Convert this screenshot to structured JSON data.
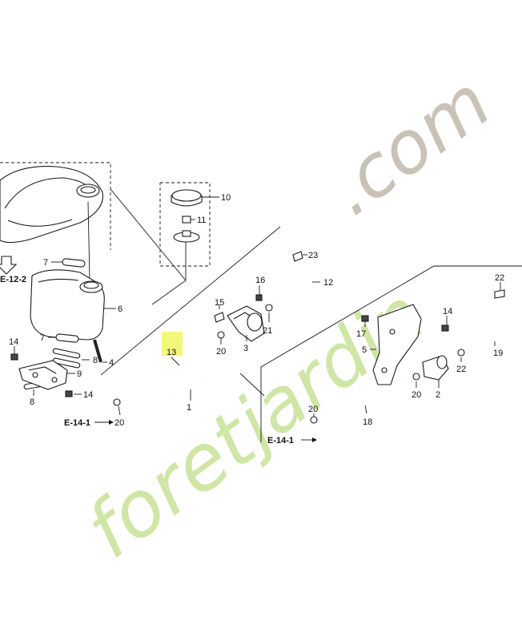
{
  "watermark": {
    "prefix": "foret",
    "brand": "jardin",
    "suffix": ".com",
    "color_green": "#cfe6a6",
    "color_orange": "#f6c27a",
    "color_grey": "#c9c2b6"
  },
  "highlight_color": "#f3f77a",
  "references": {
    "ref_left": "E-12-2",
    "ref_bottom_left": "E-14-1",
    "ref_bottom_right": "E-14-1"
  },
  "callouts": {
    "c1": "1",
    "c2": "2",
    "c3": "3",
    "c4": "4",
    "c5": "5",
    "c6": "6",
    "c7a": "7",
    "c7b": "7",
    "c8a": "8",
    "c8b": "8",
    "c9": "9",
    "c10": "10",
    "c11": "11",
    "c12": "12",
    "c13": "13",
    "c14a": "14",
    "c14b": "14",
    "c14c": "14",
    "c15": "15",
    "c16": "16",
    "c17": "17",
    "c18": "18",
    "c19": "19",
    "c20a": "20",
    "c20b": "20",
    "c20c": "20",
    "c20d": "20",
    "c21": "21",
    "c22a": "22",
    "c22b": "22",
    "c23": "23"
  }
}
